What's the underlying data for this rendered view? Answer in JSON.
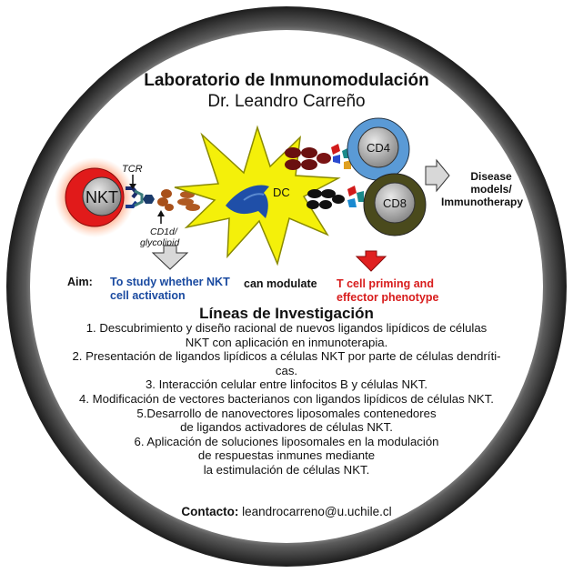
{
  "lab": {
    "title": "Laboratorio de Inmunomodulación",
    "director": "Dr. Leandro Carreño"
  },
  "diagram": {
    "nkt_label": "NKT",
    "tcr_label": "TCR",
    "cd1d_label_line1": "CD1d/",
    "cd1d_label_line2": "glycolipid",
    "dc_label": "DC",
    "cd4_label": "CD4",
    "cd8_label": "CD8",
    "outcome_line1": "Disease",
    "outcome_line2": "models/",
    "outcome_line3": "Immunotherapy",
    "aim_label": "Aim:",
    "aim_line1": "To study whether NKT",
    "aim_line2": "cell activation",
    "modulate_label": "can modulate",
    "priming_line1": "T cell priming and",
    "priming_line2": "effector phenotype"
  },
  "research": {
    "heading": "Líneas de Investigación",
    "lines": [
      "1. Descubrimiento y diseño racional de nuevos ligandos lipídicos de células",
      "NKT con aplicación en inmunoterapia.",
      "2. Presentación de ligandos lipídicos a células NKT por parte de células dendríti-",
      "cas.",
      "3. Interacción celular entre linfocitos B y células NKT.",
      "4. Modificación de vectores bacterianos con ligandos lipídicos de células NKT.",
      "5.Desarrollo de nanovectores liposomales contenedores",
      "de ligandos activadores de células NKT.",
      "6. Aplicación de soluciones liposomales en la modulación",
      "de respuestas inmunes mediante",
      "la estimulación de células NKT."
    ]
  },
  "contact": {
    "label": "Contacto:",
    "email": "leandrocarreno@u.uchile.cl"
  },
  "colors": {
    "ring_outer": "#2a2a2a",
    "ring_inner": "#9a9a9a",
    "nkt_red": "#e11a1a",
    "dc_yellow": "#f4f00a",
    "dc_nucleus": "#1f4fa8",
    "cd4_blue": "#5a9ad6",
    "cd8_olive": "#4a4a1c",
    "aim_blue": "#1a4aa0",
    "priming_red": "#d81c1c"
  }
}
